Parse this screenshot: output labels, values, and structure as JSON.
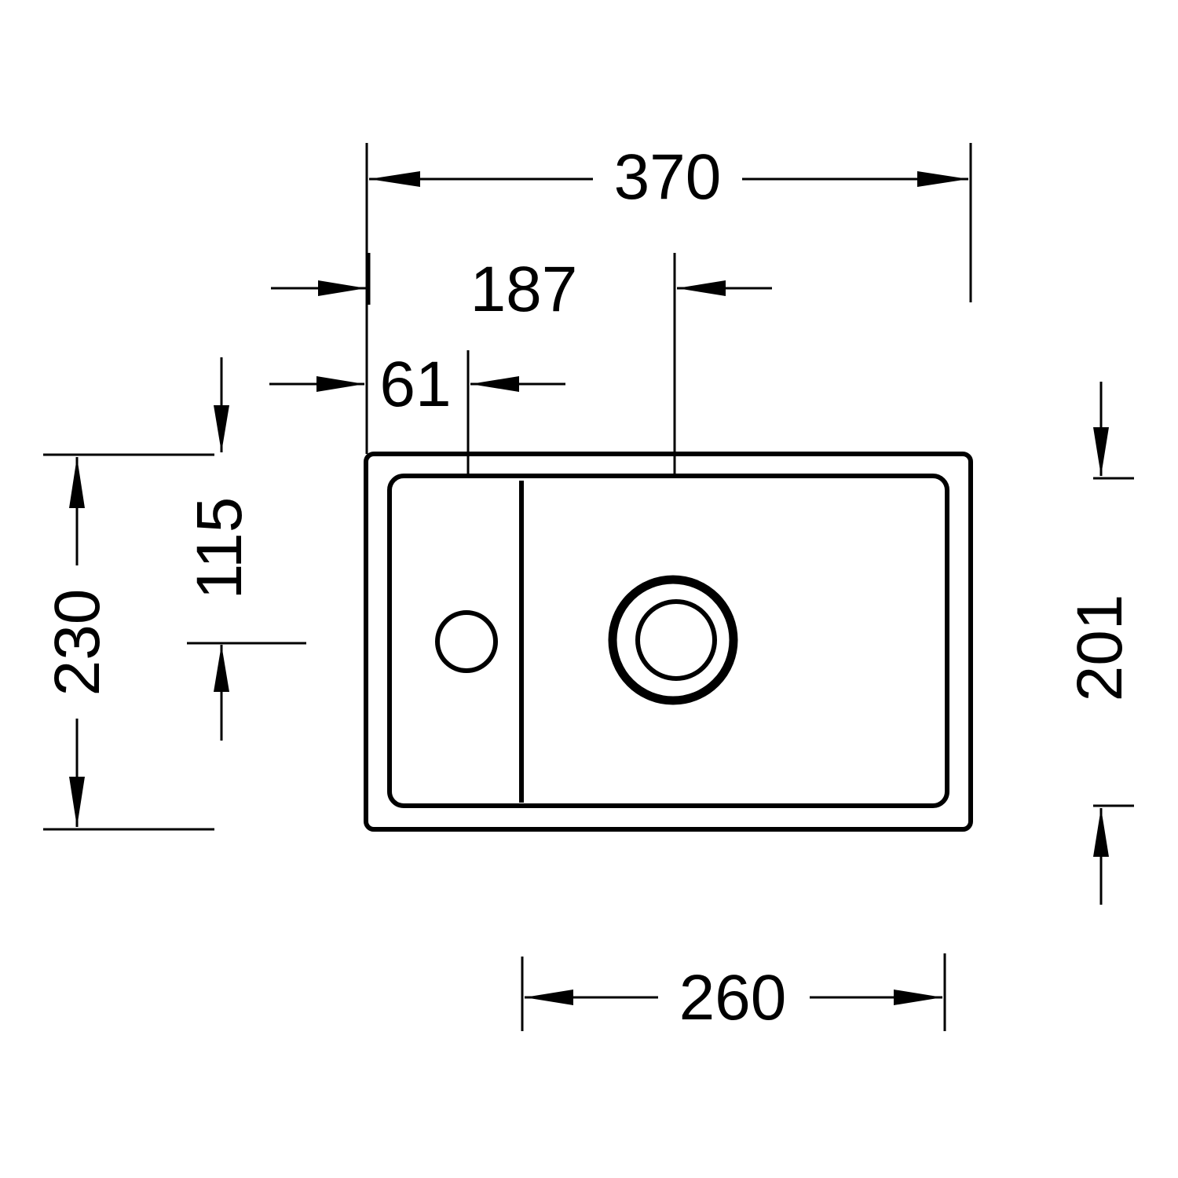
{
  "dimensions": {
    "overall_width": "370",
    "drainer_offset": "187",
    "tap_hole_offset": "61",
    "tap_hole_depth": "115",
    "overall_depth": "230",
    "bowl_depth": "201",
    "bowl_width": "260"
  },
  "colors": {
    "stroke": "#000000",
    "background": "#ffffff"
  }
}
